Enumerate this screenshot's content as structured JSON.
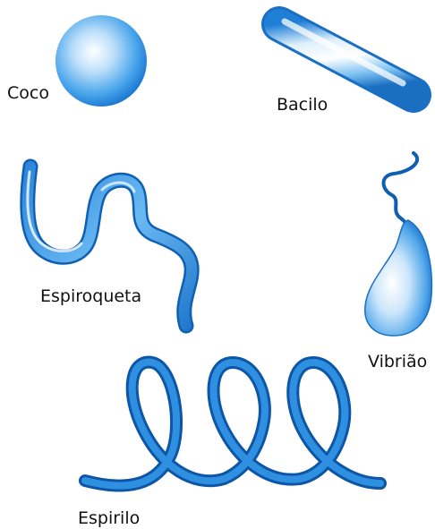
{
  "labels": {
    "coco": "Coco",
    "bacilo": "Bacilo",
    "espiroqueta": "Espiroqueta",
    "vibriao": "Vibrião",
    "espirilo": "Espirilo"
  },
  "colors": {
    "body_light": "#e8f4fd",
    "body_mid": "#5fb1ef",
    "body_dark": "#1b6fc2",
    "outline": "#0f5fb3",
    "label_text": "#111111"
  }
}
